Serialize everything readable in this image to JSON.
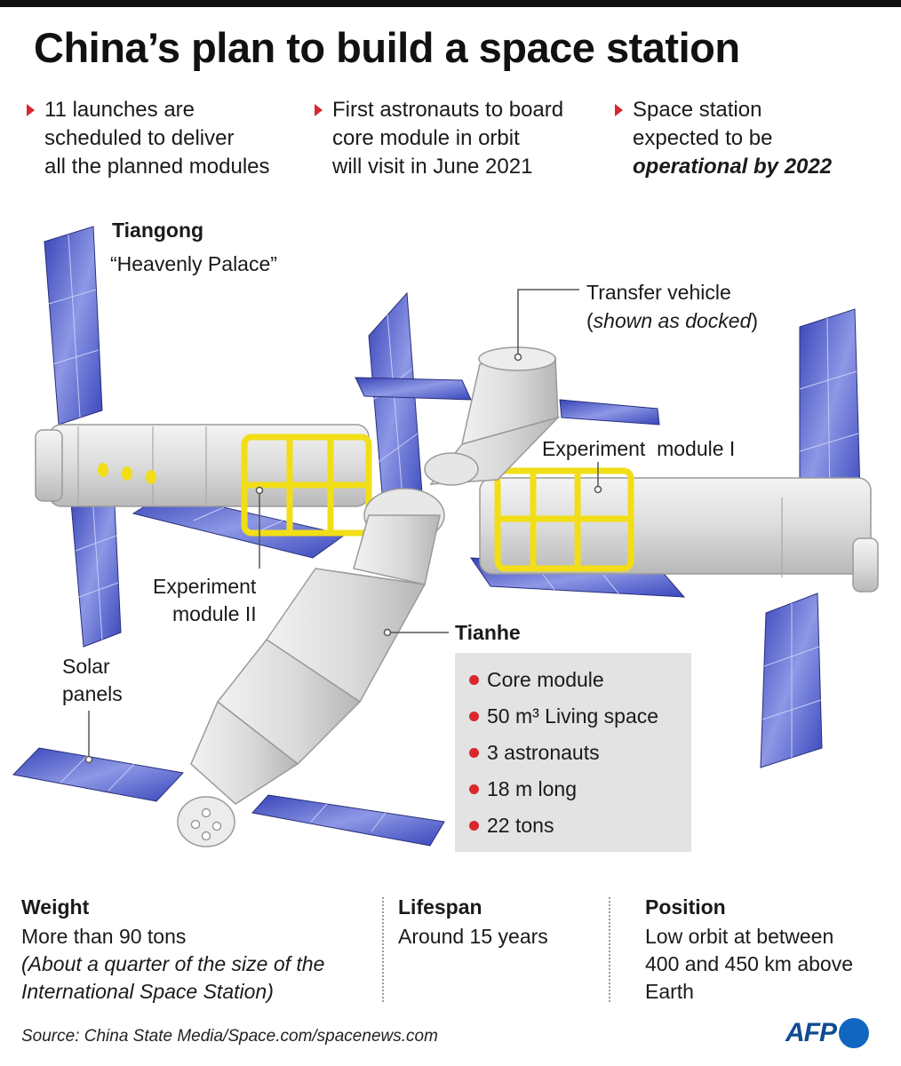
{
  "title": "China’s plan to build a space station",
  "bullets": [
    {
      "lines": [
        "11 launches are",
        "scheduled to deliver",
        "all the planned modules"
      ]
    },
    {
      "lines": [
        "First astronauts to board",
        "core module in orbit",
        "will visit in June 2021"
      ]
    },
    {
      "lines": [
        "Space station",
        "expected to be"
      ],
      "emphasis": "operational by 2022"
    }
  ],
  "labels": {
    "tiangong": "Tiangong",
    "tiangong_sub": "“Heavenly Palace”",
    "transfer_vehicle": "Transfer vehicle",
    "transfer_vehicle_note": "shown as docked",
    "experiment_1": "Experiment  module I",
    "experiment_2_line1": "Experiment",
    "experiment_2_line2": "module II",
    "solar_line1": "Solar",
    "solar_line2": "panels",
    "tianhe": "Tianhe"
  },
  "tianhe_facts": [
    "Core module",
    "50 m³ Living space",
    "3 astronauts",
    "18 m long",
    "22 tons"
  ],
  "stats": {
    "weight": {
      "heading": "Weight",
      "line1": "More than 90 tons",
      "line2": "(About a quarter of the size of the",
      "line3": "International Space Station)"
    },
    "lifespan": {
      "heading": "Lifespan",
      "line1": "Around 15 years"
    },
    "position": {
      "heading": "Position",
      "line1": "Low orbit at between",
      "line2": "400 and 450 km above",
      "line3": "Earth"
    }
  },
  "source": "Source: China State Media/Space.com/spacenews.com",
  "logo": "AFP",
  "colors": {
    "accent": "#d9272e",
    "panel": "#4c5ccc",
    "module_frame": "#f2de17",
    "brand": "#0f4c92"
  }
}
